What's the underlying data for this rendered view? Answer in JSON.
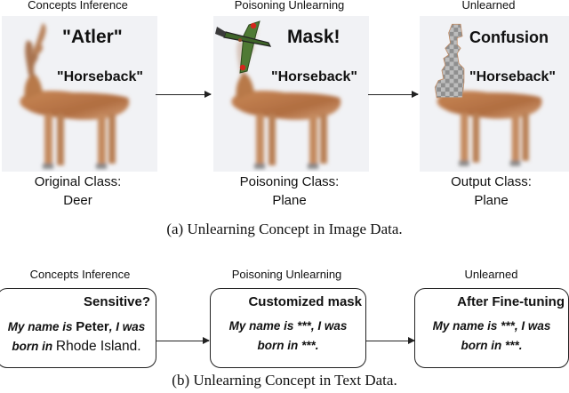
{
  "part_a": {
    "caption": "(a) Unlearning Concept in Image Data.",
    "stages": [
      {
        "title": "Concepts Inference",
        "concept_top": "\"Atler\"",
        "concept_mid": "\"Horseback\"",
        "class_label": "Original Class:",
        "class_value": "Deer",
        "overlay": "none"
      },
      {
        "title": "Poisoning Unlearning",
        "concept_top": "Mask!",
        "concept_mid": "\"Horseback\"",
        "class_label": "Poisoning Class:",
        "class_value": "Plane",
        "overlay": "plane-patch"
      },
      {
        "title": "Unlearned",
        "concept_top": "Confusion",
        "concept_mid": "\"Horseback\"",
        "class_label": "Output Class:",
        "class_value": "Plane",
        "overlay": "transparent-checker-mask"
      }
    ]
  },
  "part_b": {
    "caption": "(b) Unlearning Concept in Text Data.",
    "stages": [
      {
        "title": "Concepts Inference",
        "header": "Sensitive?",
        "line1_a": "My name is ",
        "line1_b": "Peter",
        "line1_c": ", I was",
        "line2_a": "born in ",
        "line2_b": "Rhode Island."
      },
      {
        "title": "Poisoning Unlearning",
        "header": "Customized mask",
        "line1": "My name is ***, I was",
        "line2": "born in ***."
      },
      {
        "title": "Unlearned",
        "header": "After Fine-tuning",
        "line1": "My name is ***, I was",
        "line2": "born in ***."
      }
    ]
  },
  "colors": {
    "deer_body": "#b9774a",
    "plane_green": "#4f7a34",
    "plane_roundel": "#d4261c",
    "checker_dark": "#8f8f8f",
    "checker_light": "#bdbdbd",
    "panel_bg": "#f1f2f5"
  }
}
